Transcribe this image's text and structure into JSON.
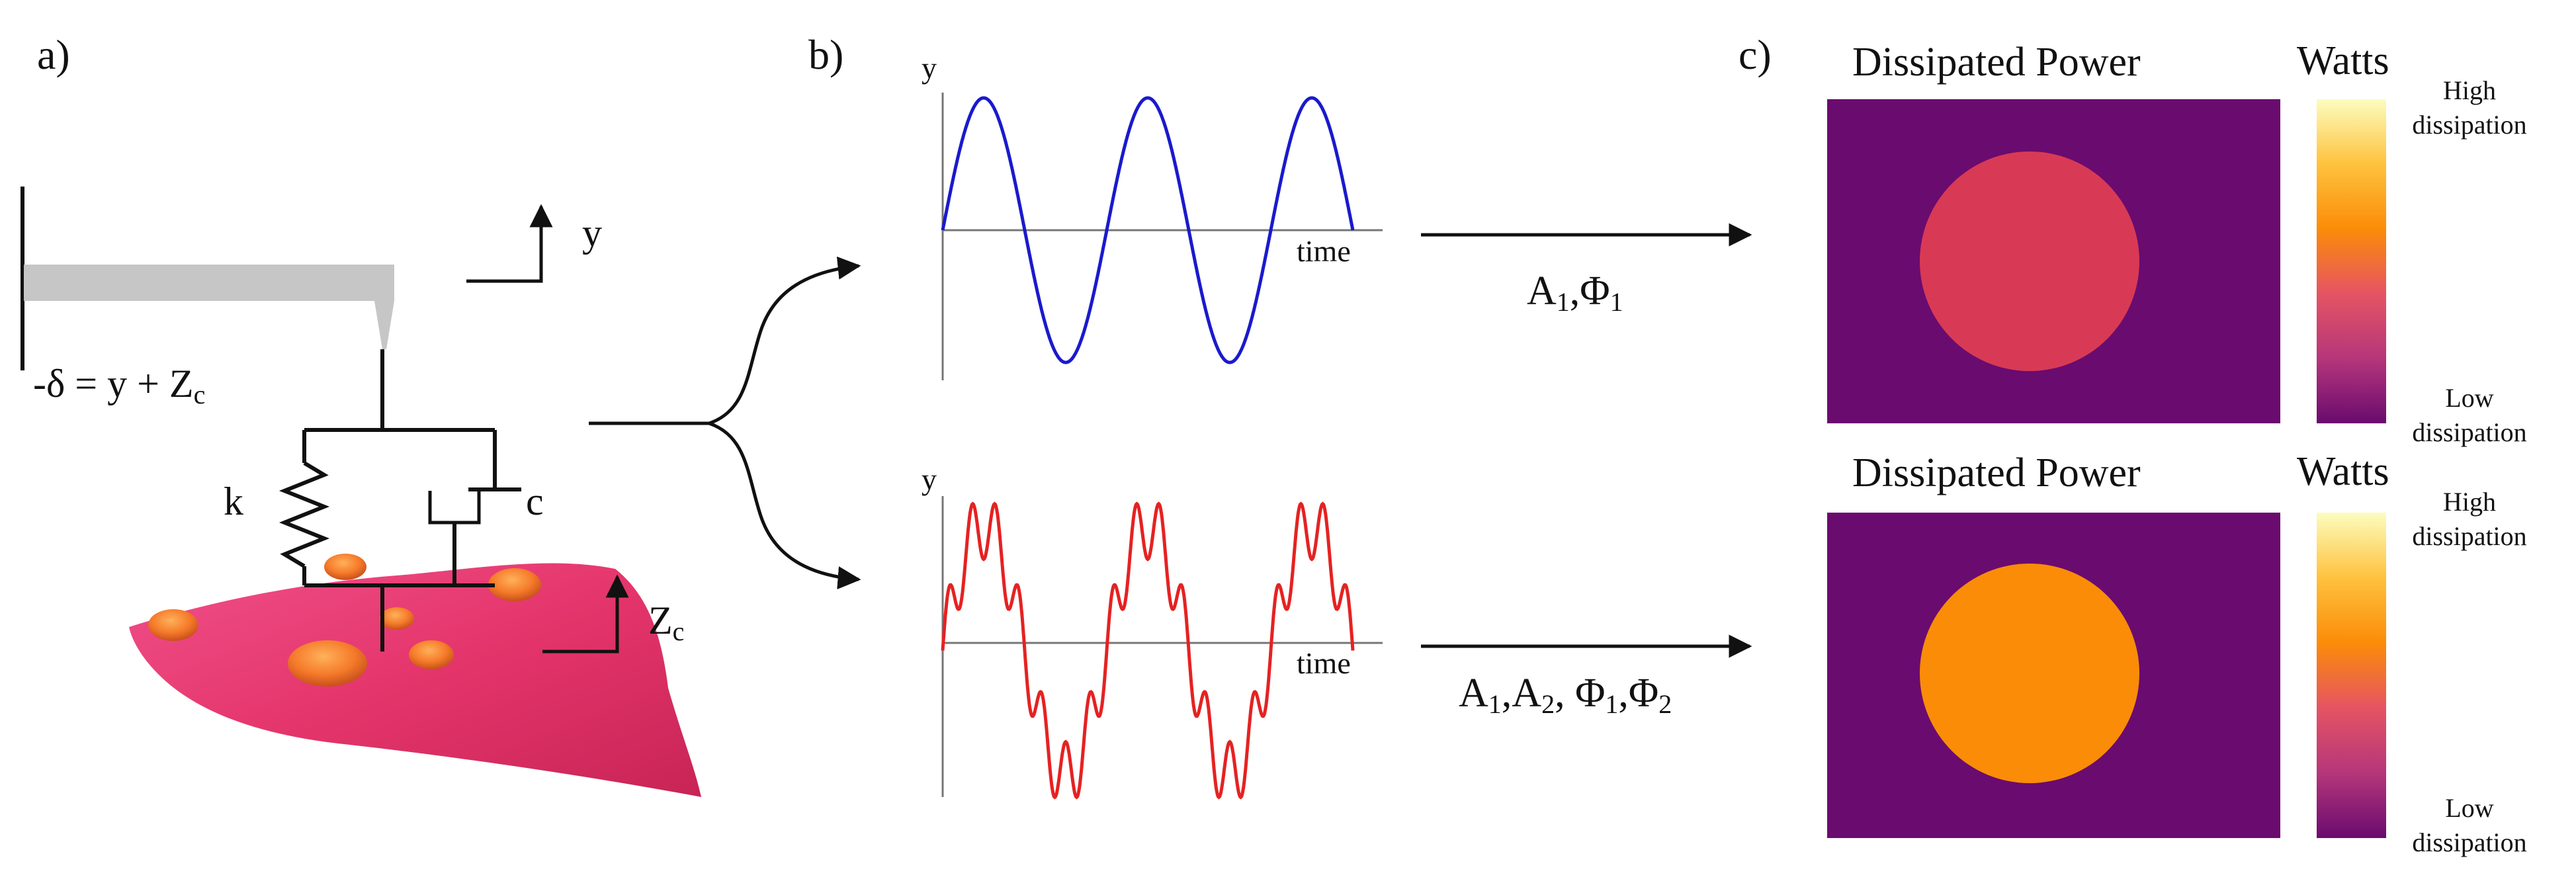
{
  "panels": {
    "a": {
      "label": "a)",
      "axis_y": "y",
      "delta_eq": "-δ = y + Z",
      "delta_sub": "c",
      "spring_label": "k",
      "damper_label": "c",
      "axis_z": "Z",
      "axis_z_sub": "c"
    },
    "b": {
      "label": "b)",
      "top_y": "y",
      "top_time": "time",
      "bottom_y": "y",
      "bottom_time": "time",
      "top_params": [
        "A",
        "1",
        ",Φ",
        "1"
      ],
      "bottom_params": [
        "A",
        "1",
        ",A",
        "2",
        ", Φ",
        "1",
        ",Φ",
        "2"
      ]
    },
    "c": {
      "label": "c)",
      "top_title": "Dissipated Power",
      "top_unit": "Watts",
      "bottom_title": "Dissipated Power",
      "bottom_unit": "Watts",
      "high_line1": "High",
      "high_line2": "dissipation",
      "low_line1": "Low",
      "low_line2": "dissipation"
    }
  },
  "colors": {
    "top_wave": "#1a1acc",
    "bottom_wave": "#e52222",
    "map_background": "#6a0b6f",
    "top_circle": "#d83a55",
    "bottom_circle": "#fb8c08",
    "surface": "#e4356b",
    "bumps": "#f57a2a"
  },
  "signals": {
    "top": {
      "cycles": 2.5,
      "harmonic_amp": 0
    },
    "bottom": {
      "cycles": 2.5,
      "harmonic_amp": 0.22,
      "harmonic_order": 7
    }
  }
}
